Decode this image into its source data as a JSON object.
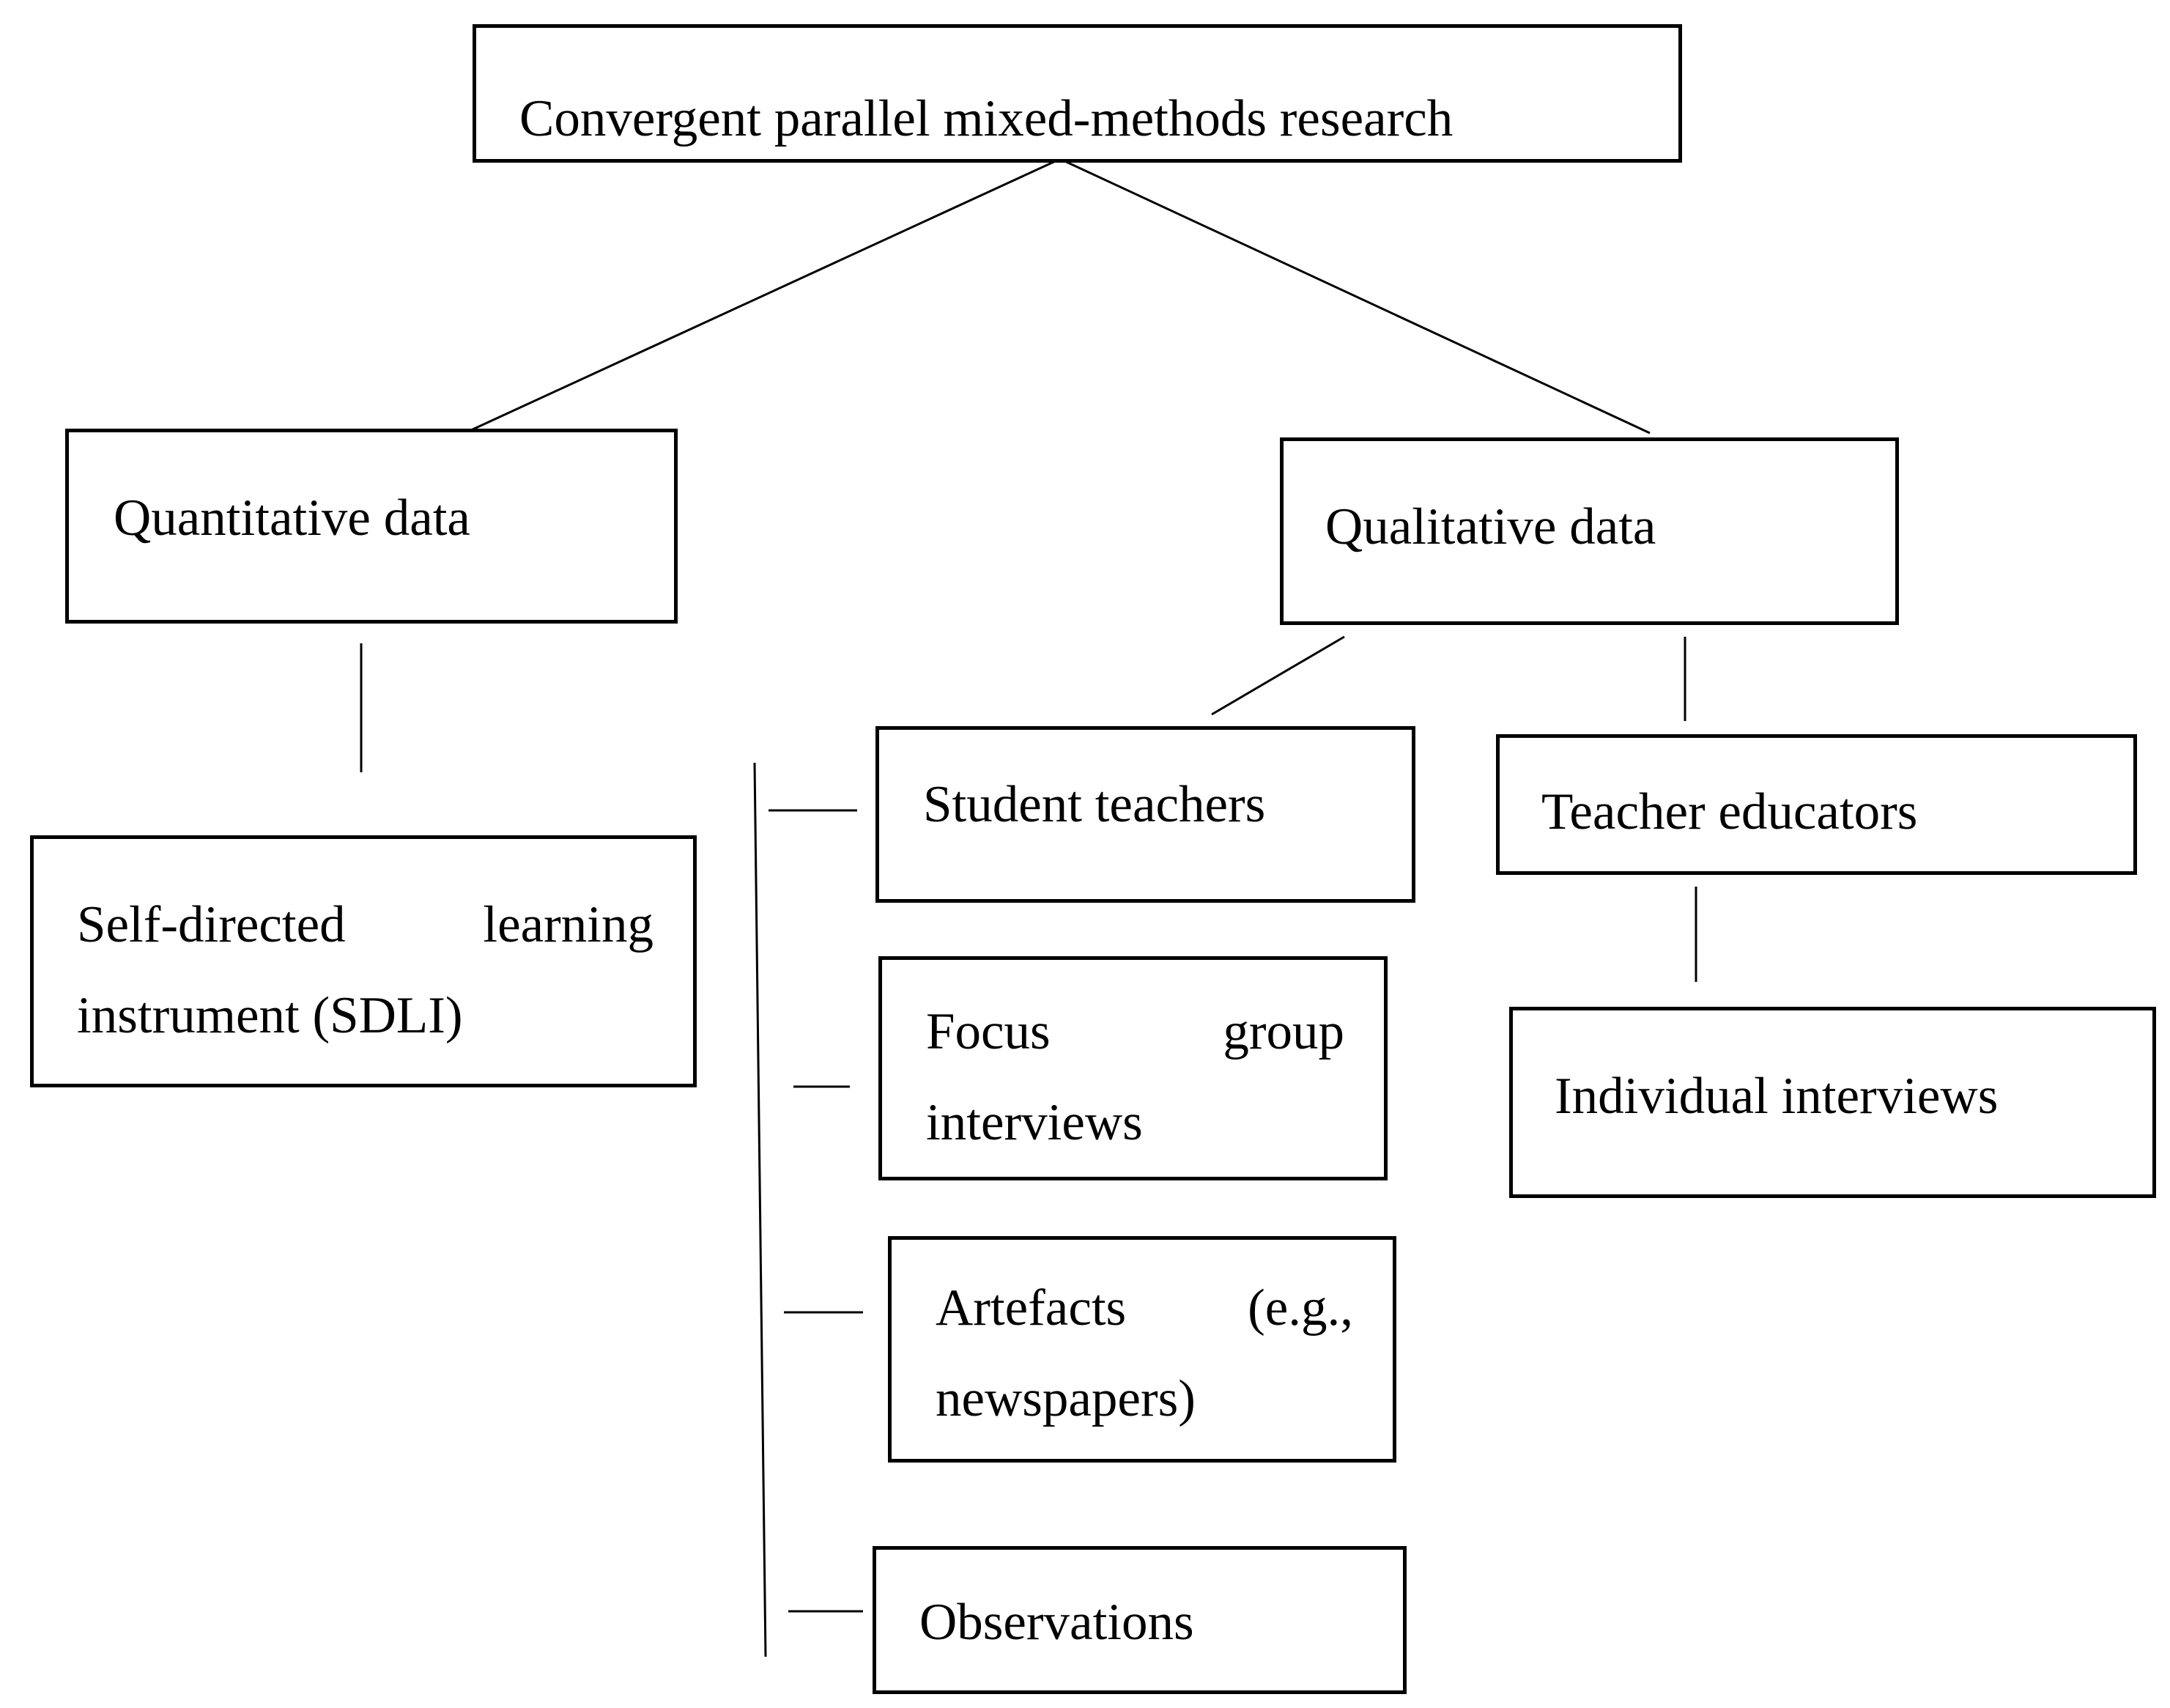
{
  "diagram": {
    "root": {
      "label": "Convergent parallel mixed-methods research"
    },
    "quantitative": {
      "label": "Quantitative data",
      "instrument": {
        "line1": "Self-directed learning",
        "line2": "instrument (SDLI)"
      }
    },
    "qualitative": {
      "label": "Qualitative data",
      "student_teachers": {
        "label": "Student teachers",
        "methods": {
          "focus_group": {
            "line1": "Focus group",
            "line2": "interviews"
          },
          "artefacts": {
            "line1": "Artefacts (e.g.,",
            "line2": "newspapers)"
          },
          "observations": {
            "label": "Observations"
          }
        }
      },
      "teacher_educators": {
        "label": "Teacher educators",
        "method": {
          "label": "Individual interviews"
        }
      }
    }
  }
}
